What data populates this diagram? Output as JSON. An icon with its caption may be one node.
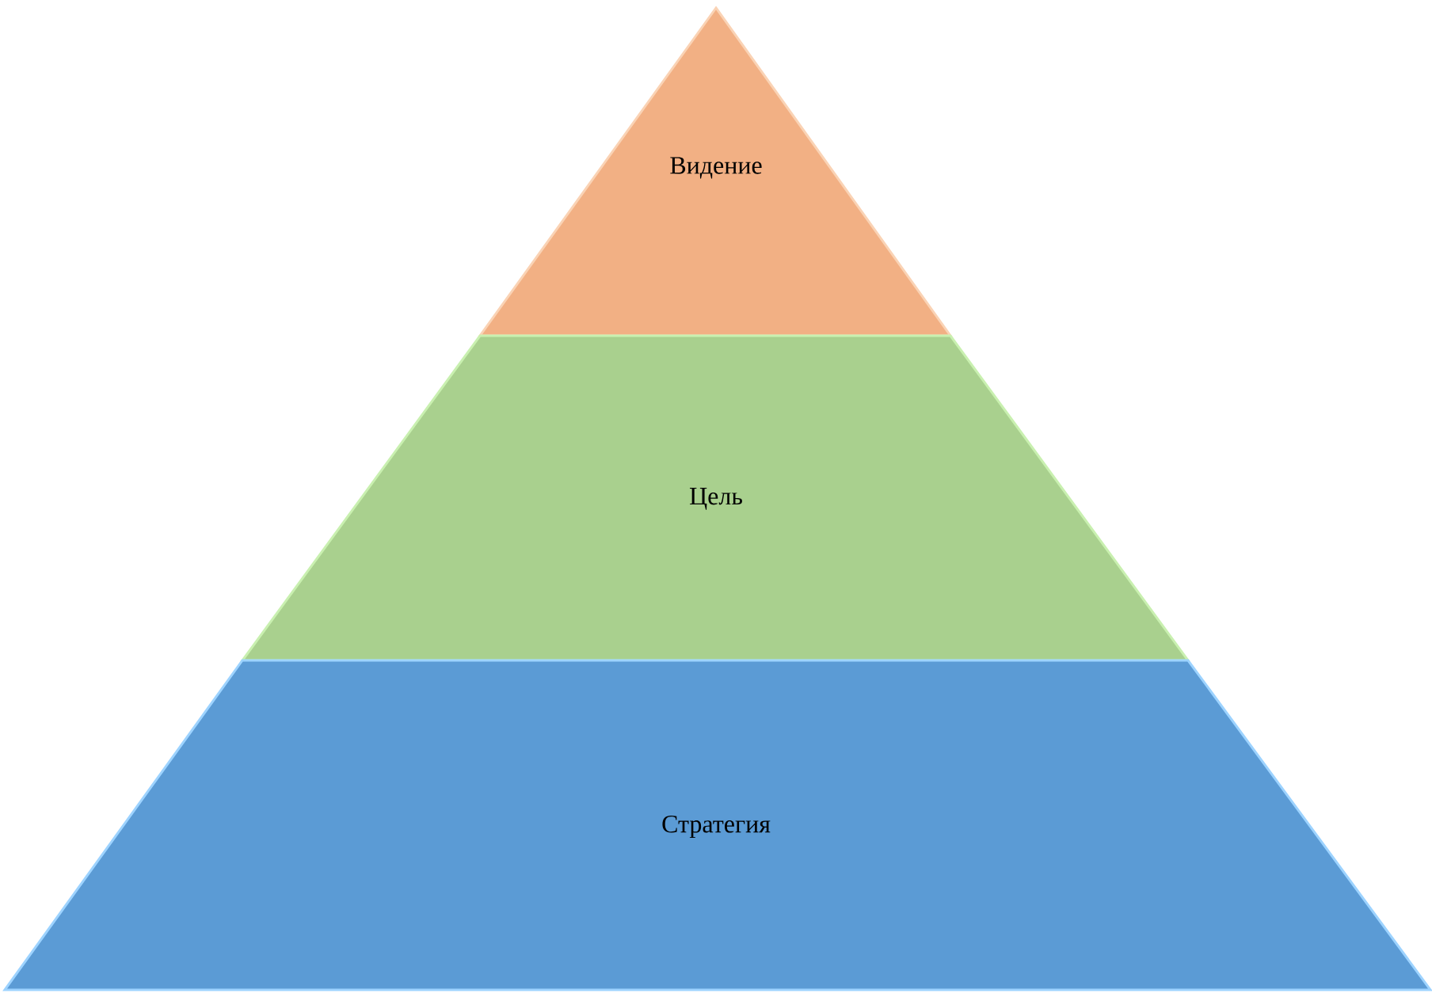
{
  "diagram": {
    "nodes": [
      {
        "text": [
          "Видение"
        ]
      },
      {
        "text": [
          "Цель"
        ]
      },
      {
        "text": [
          "Стратегия"
        ]
      }
    ]
  }
}
